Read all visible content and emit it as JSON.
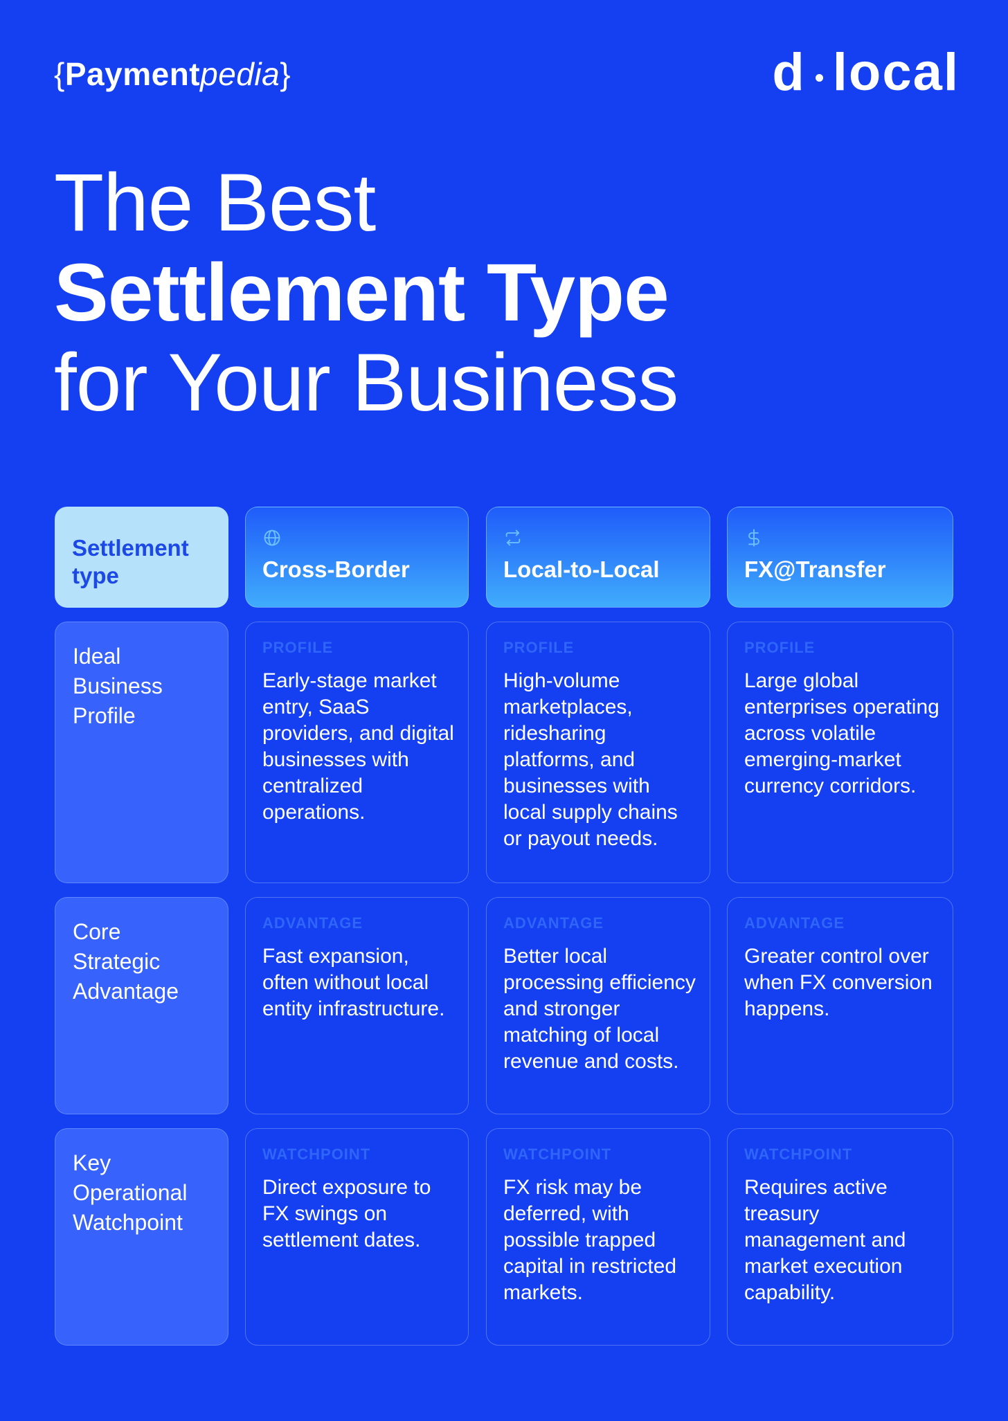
{
  "brand": {
    "left_open": "{",
    "left_bold": "Payment",
    "left_italic": "pedia",
    "left_close": "}",
    "right_a": "d",
    "right_b": "local"
  },
  "title": {
    "line1": "The Best",
    "line2": "Settlement Type",
    "line3": "for Your Business"
  },
  "table": {
    "corner_label": "Settlement type",
    "columns": [
      {
        "label": "Cross-Border",
        "icon": "globe-icon"
      },
      {
        "label": "Local-to-Local",
        "icon": "swap-arrows-icon"
      },
      {
        "label": "FX@Transfer",
        "icon": "dollar-icon"
      }
    ],
    "rows": [
      {
        "label": "Ideal Business Profile",
        "kicker": "PROFILE",
        "cells": [
          "Early-stage market entry, SaaS providers, and digital businesses with centralized operations.",
          "High-volume marketplaces, ridesharing platforms, and businesses with local supply chains or payout needs.",
          "Large global enterprises operating across volatile emerging-market currency corridors."
        ]
      },
      {
        "label": "Core Strategic Advantage",
        "kicker": "ADVANTAGE",
        "cells": [
          "Fast expansion, often without local entity infrastructure.",
          "Better local processing efficiency and stronger matching of local revenue and costs.",
          "Greater control over when FX conversion happens."
        ]
      },
      {
        "label": "Key Operational Watchpoint",
        "kicker": "WATCHPOINT",
        "cells": [
          "Direct exposure to FX swings on settlement dates.",
          "FX risk may be deferred, with possible trapped capital in restricted markets.",
          "Requires active treasury management and market execution capability."
        ]
      }
    ]
  },
  "colors": {
    "background": "#1440f2",
    "header_label_bg": "#b5e1fb",
    "row_label_bg": "#3762fb",
    "kicker": "#2f66f9"
  }
}
